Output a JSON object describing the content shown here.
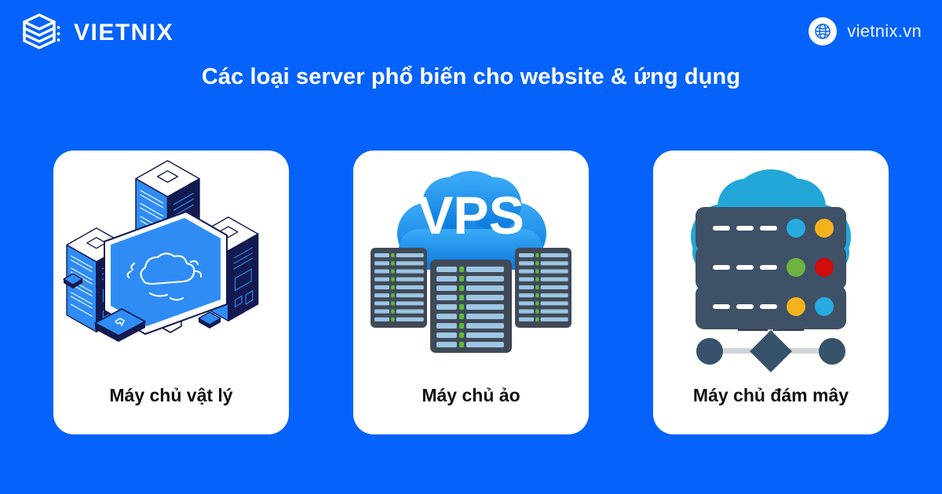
{
  "background_color": "#0563fb",
  "header": {
    "brand_name": "VIETNIX",
    "brand_logo_icon": "stacked-layers-icon",
    "site_url": "vietnix.vn",
    "site_icon": "globe-icon"
  },
  "title": "Các loại server phổ biến cho website & ứng dụng",
  "cards": [
    {
      "label": "Máy chủ vật lý",
      "art_icon": "isometric-physical-servers-with-monitor-icon",
      "art_description": "Three isometric server towers with a desktop monitor showing a cloud"
    },
    {
      "label": "Máy chủ ảo",
      "art_icon": "vps-cloud-with-server-racks-icon",
      "art_description": "Blue cloud labelled VPS above three server racks",
      "cloud_text": "VPS"
    },
    {
      "label": "Máy chủ đám mây",
      "art_icon": "cloud-server-network-icon",
      "art_description": "Cyan cloud with three stacked server units and a network node diagram"
    }
  ],
  "colors": {
    "background_blue": "#0563fb",
    "card_white": "#ffffff",
    "label_black": "#111111",
    "vps_cloud_top": "#35a8f5",
    "vps_cloud_bottom": "#0c7ee0",
    "rack_body": "#404a57",
    "rack_bar": "#9dc6e4",
    "rack_led": "#5dbb3a",
    "cloud_cyan": "#22a7d8",
    "server_slate": "#3e5166",
    "server_slate_dark": "#2f3f4f",
    "dot_cyan": "#29aae1",
    "dot_amber": "#f5b21c",
    "dot_green": "#6cb33f",
    "dot_red": "#d10a0a",
    "node_navy": "#37526b",
    "iso_light_blue": "#2f8cf5",
    "iso_navy": "#131a4f",
    "iso_white": "#ffffff"
  }
}
